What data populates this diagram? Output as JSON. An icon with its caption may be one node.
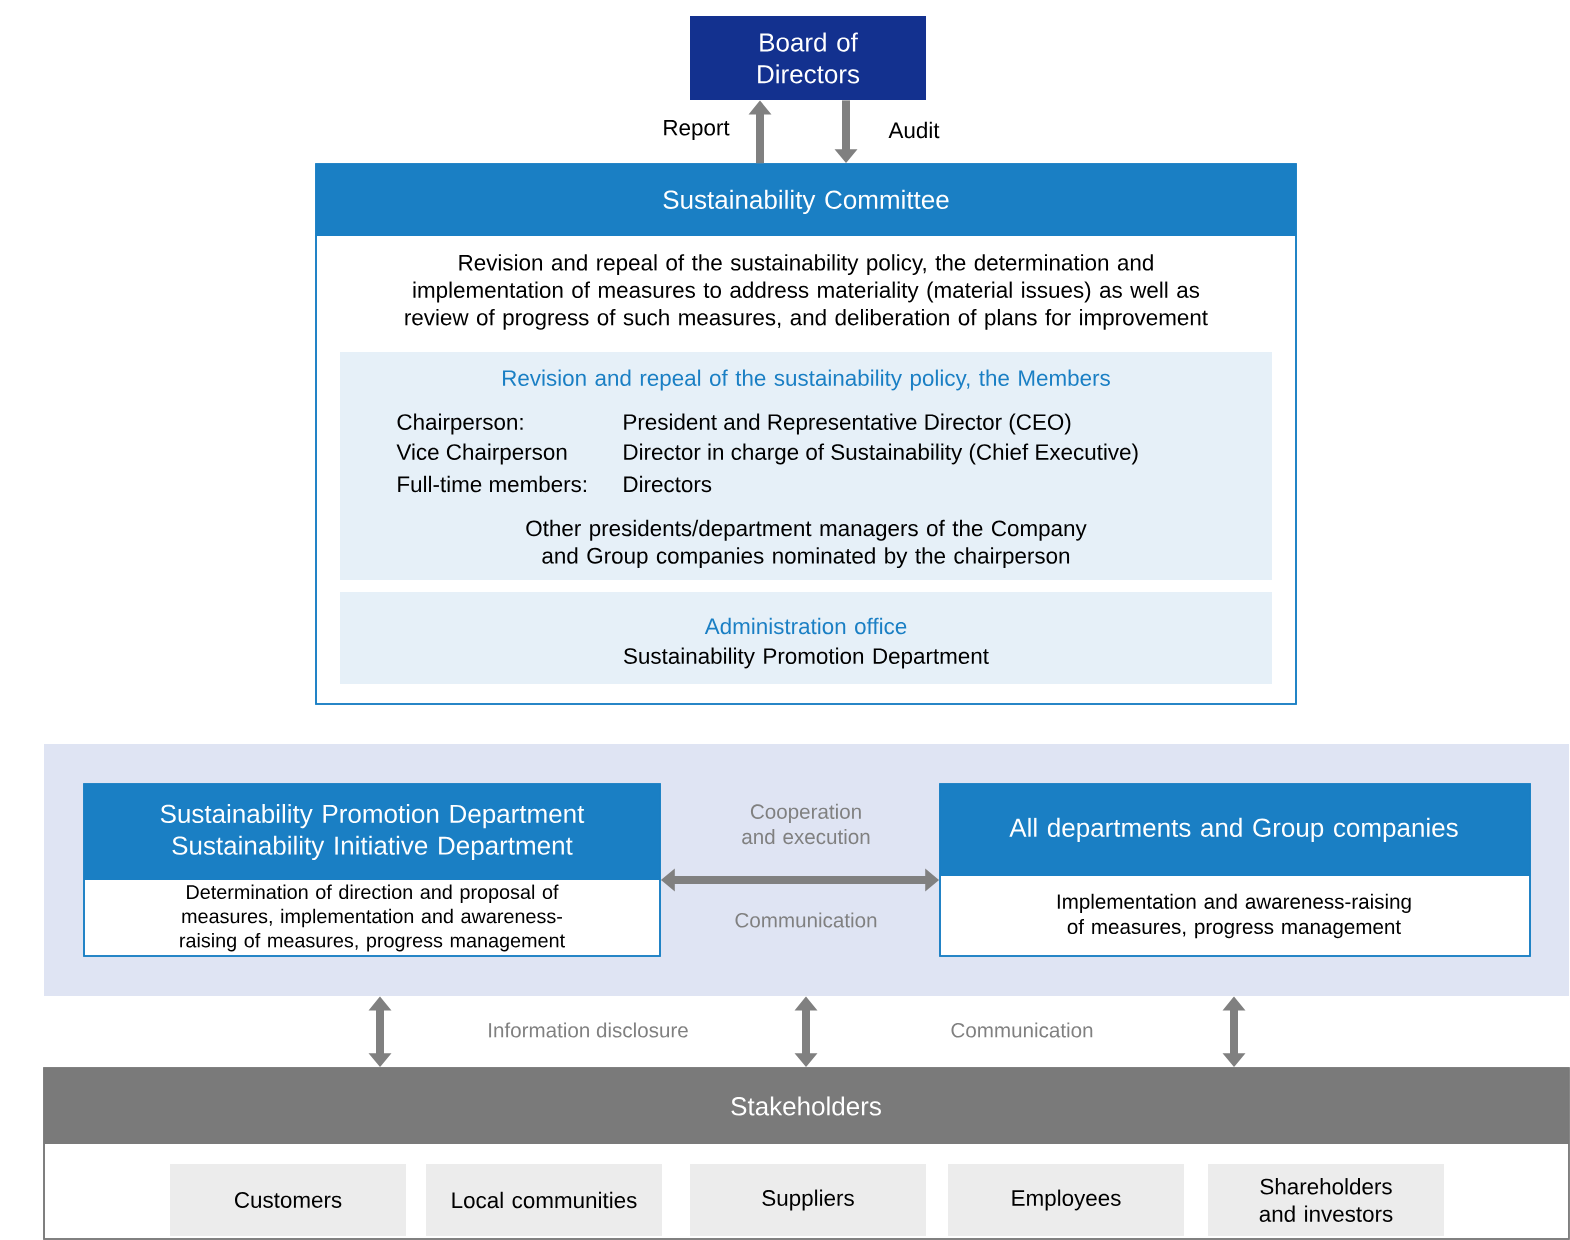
{
  "diagram": {
    "nodes": [
      {
        "text": [
          "Board of Directors"
        ]
      },
      {
        "text": [
          "Sustainability Committee",
          "Revision and repeal of the sustainability policy, the determination and implementation of measures to address materiality (material issues) as well as review of progress of such measures, and deliberation of plans for improvement"
        ]
      },
      {
        "text": [
          "Revision and repeal of the sustainability policy, the Members",
          "Chairperson:",
          "President and Representative Director (CEO)",
          "Vice Chairperson",
          "Director in charge of Sustainability (Chief Executive)",
          "Full-time members:",
          "Directors",
          "Other presidents/department managers of the Company and Group companies nominated by the chairperson"
        ],
        "in": 1
      },
      {
        "text": [
          "Administration office",
          "Sustainability Promotion Department"
        ],
        "in": 1
      },
      {
        "text": [],
        "shape": "box"
      },
      {
        "text": [
          "Sustainability Promotion Department Sustainability Initiative Department",
          "Determination of direction and proposal of measures, implementation and awareness-raising of measures, progress management"
        ],
        "in": 4
      },
      {
        "text": [
          "All departments and Group companies",
          "Implementation and awareness-raising of measures, progress management"
        ],
        "in": 4
      },
      {
        "text": [
          "Stakeholders"
        ]
      },
      {
        "text": [
          "Customers"
        ],
        "in": 7
      },
      {
        "text": [
          "Local communities"
        ],
        "in": 7
      },
      {
        "text": [
          "Suppliers"
        ],
        "in": 7
      },
      {
        "text": [
          "Employees"
        ],
        "in": 7
      },
      {
        "text": [
          "Shareholders and investors"
        ],
        "in": 7
      }
    ],
    "edges": [
      {
        "from": 1,
        "to": 0,
        "arrow": "to",
        "label": "Report"
      },
      {
        "from": 0,
        "to": 1,
        "arrow": "to",
        "label": "Audit"
      },
      {
        "from": 5,
        "to": 6,
        "arrow": "both",
        "label": "Cooperation and execution"
      },
      {
        "from": 4,
        "to": 7,
        "arrow": "both"
      },
      {
        "from": 4,
        "to": 7,
        "arrow": "both"
      },
      {
        "from": 4,
        "to": 7,
        "arrow": "both"
      }
    ],
    "labels": [
      "Communication",
      "Information disclosure",
      "Communication"
    ]
  }
}
